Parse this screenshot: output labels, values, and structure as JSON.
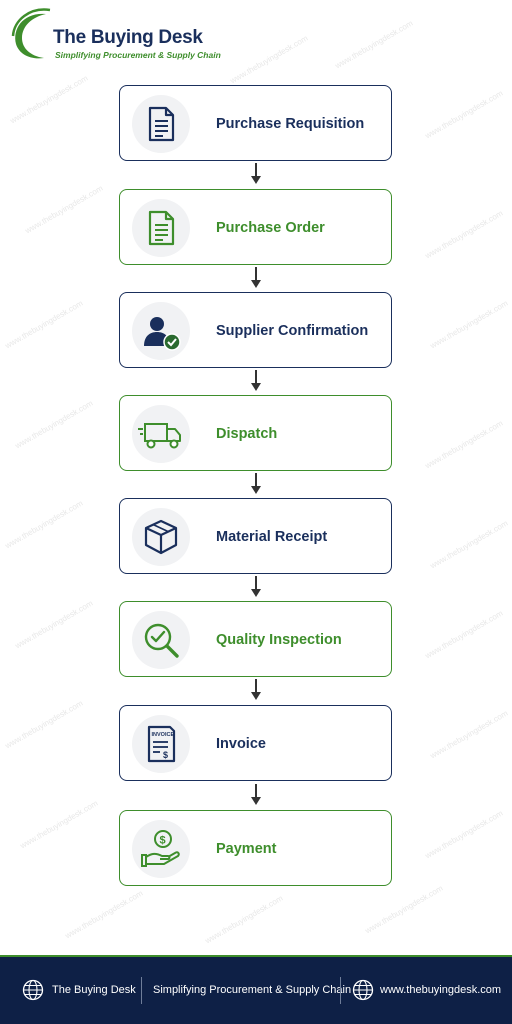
{
  "brand": {
    "title": "The Buying Desk",
    "tagline": "Simplifying Procurement & Supply Chain"
  },
  "colors": {
    "navy": "#1a2f5c",
    "green": "#3e8e2c",
    "footer_bg": "#0e2046",
    "icon_bg": "#f1f2f4"
  },
  "steps": [
    {
      "label": "Purchase Requisition",
      "icon": "document-icon",
      "accent": "navy"
    },
    {
      "label": "Purchase Order",
      "icon": "order-document-icon",
      "accent": "green"
    },
    {
      "label": "Supplier Confirmation",
      "icon": "user-check-icon",
      "accent": "navy"
    },
    {
      "label": "Dispatch",
      "icon": "delivery-truck-icon",
      "accent": "green"
    },
    {
      "label": "Material Receipt",
      "icon": "package-box-icon",
      "accent": "navy"
    },
    {
      "label": "Quality Inspection",
      "icon": "magnifier-check-icon",
      "accent": "green"
    },
    {
      "label": "Invoice",
      "icon": "invoice-icon",
      "accent": "navy"
    },
    {
      "label": "Payment",
      "icon": "hand-dollar-icon",
      "accent": "green"
    }
  ],
  "footer": {
    "brand": "The Buying Desk",
    "tagline": "Simplifying Procurement & Supply Chain",
    "website": "www.thebuyingdesk.com"
  },
  "watermark": "www.thebuyingdesk.com",
  "icons": {
    "logo": "logo-swoosh-icon",
    "globe": "globe-icon",
    "arrow": "arrow-down-icon"
  }
}
